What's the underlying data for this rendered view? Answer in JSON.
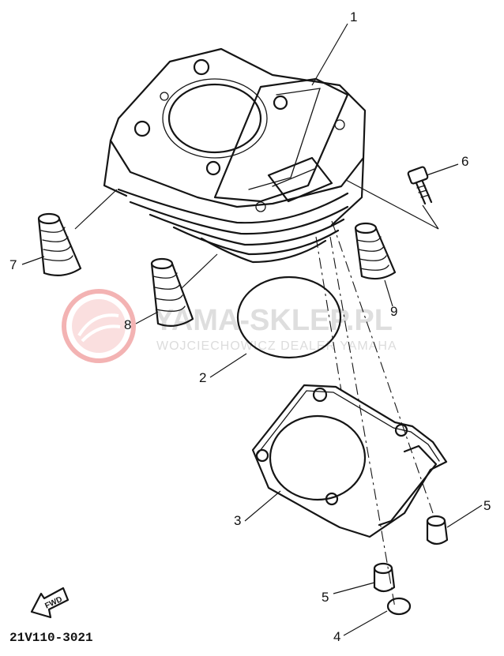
{
  "watermark": {
    "main_text": "YAMA-SKLEP.PL",
    "sub_text": "WOJCIECHOWICZ DEALER YAMAHA",
    "logo_color": "#f3b3b3",
    "text_color": "#d9d9d9"
  },
  "callouts": [
    {
      "id": "c1",
      "label": "1"
    },
    {
      "id": "c2",
      "label": "2"
    },
    {
      "id": "c3",
      "label": "3"
    },
    {
      "id": "c4",
      "label": "4"
    },
    {
      "id": "c5a",
      "label": "5"
    },
    {
      "id": "c5b",
      "label": "5"
    },
    {
      "id": "c6",
      "label": "6"
    },
    {
      "id": "c7",
      "label": "7"
    },
    {
      "id": "c8",
      "label": "8"
    },
    {
      "id": "c9",
      "label": "9"
    }
  ],
  "fwd_label": "FWD",
  "diagram_code": "21V110-3021",
  "ink_color": "#151515"
}
